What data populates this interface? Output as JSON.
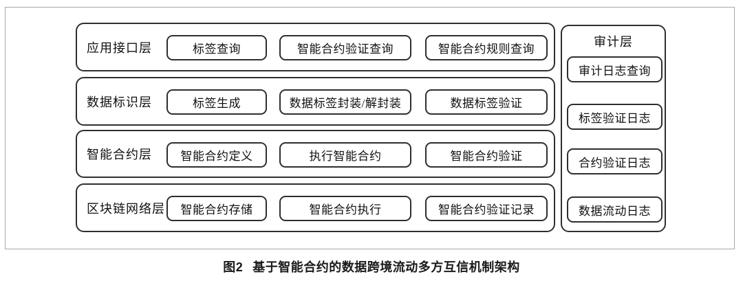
{
  "figure": {
    "caption_label": "图2",
    "caption_text": "基于智能合约的数据跨境流动多方互信机制架构"
  },
  "layers": [
    {
      "label": "应用接口层",
      "boxes": [
        "标签查询",
        "智能合约验证查询",
        "智能合约规则查询"
      ]
    },
    {
      "label": "数据标识层",
      "boxes": [
        "标签生成",
        "数据标签封装/解封装",
        "数据标签验证"
      ]
    },
    {
      "label": "智能合约层",
      "boxes": [
        "智能合约定义",
        "执行智能合约",
        "智能合约验证"
      ]
    },
    {
      "label": "区块链网络层",
      "boxes": [
        "智能合约存储",
        "智能合约执行",
        "智能合约验证记录"
      ]
    }
  ],
  "audit": {
    "title": "审计层",
    "boxes": [
      "审计日志查询",
      "标签验证日志",
      "合约验证日志",
      "数据流动日志"
    ]
  },
  "colors": {
    "box_border": "#2e2e2e",
    "frame_border": "#a8a8a8",
    "text": "#111111",
    "background": "#ffffff"
  }
}
